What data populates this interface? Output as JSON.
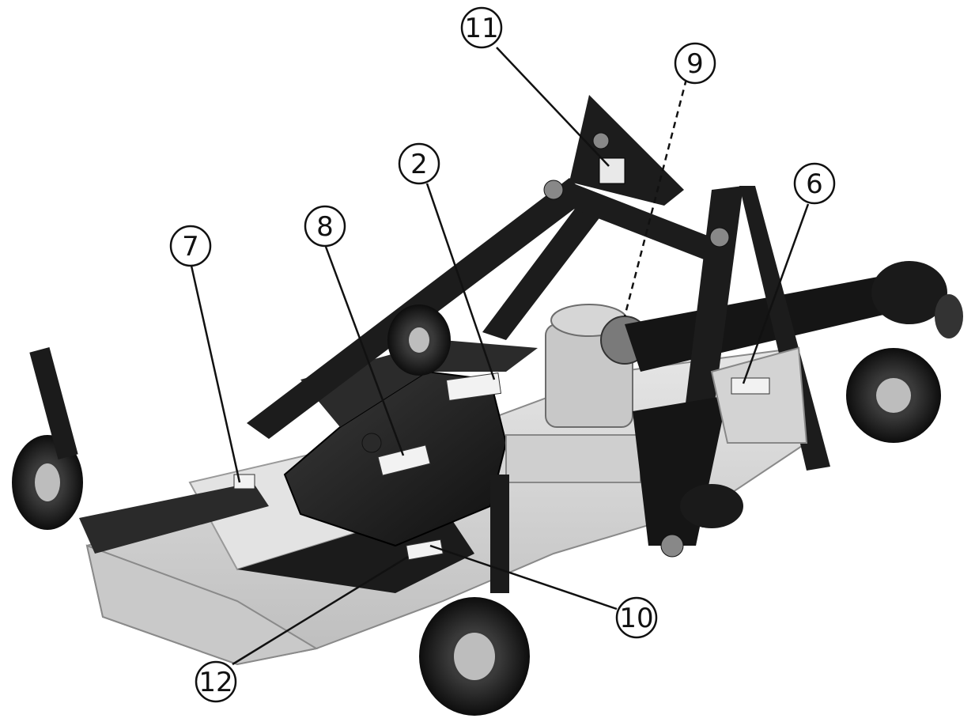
{
  "figure": {
    "callouts": [
      {
        "id": "callout-11",
        "label": "11"
      },
      {
        "id": "callout-9",
        "label": "9"
      },
      {
        "id": "callout-2",
        "label": "2"
      },
      {
        "id": "callout-6",
        "label": "6"
      },
      {
        "id": "callout-7",
        "label": "7"
      },
      {
        "id": "callout-8",
        "label": "8"
      },
      {
        "id": "callout-10",
        "label": "10"
      },
      {
        "id": "callout-12",
        "label": "12"
      }
    ],
    "colors": {
      "background": "#ffffff",
      "deck": "#d9d9d9",
      "frame": "#1e1e1e",
      "ink": "#111111"
    }
  }
}
